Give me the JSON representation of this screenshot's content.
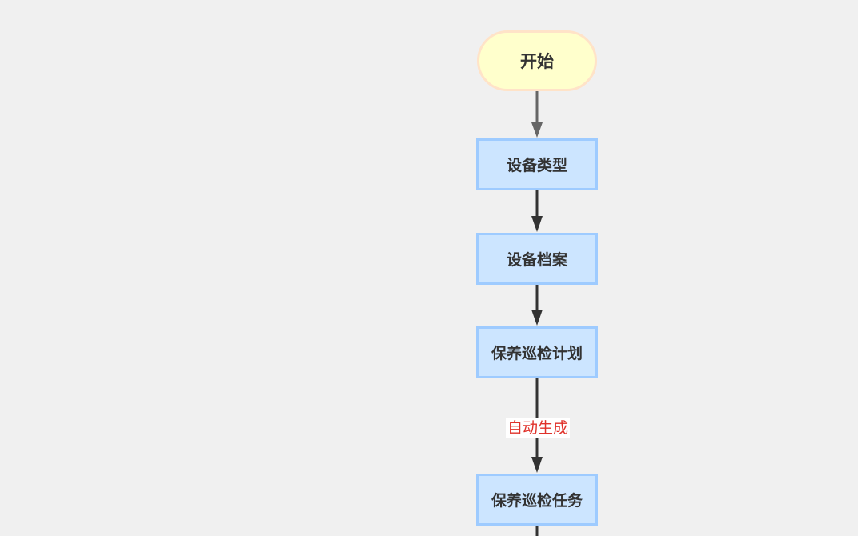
{
  "flowchart": {
    "nodes": {
      "start": "开始",
      "device_type": "设备类型",
      "device_archive": "设备档案",
      "maintenance_plan": "保养巡检计划",
      "maintenance_task": "保养巡检任务"
    },
    "edges": {
      "plan_to_task_label": "自动生成"
    }
  },
  "colors": {
    "background": "#f0f0f0",
    "start_fill": "#ffffcc",
    "start_border": "#ffe3c8",
    "process_fill": "#cce5ff",
    "process_border": "#9ecbff",
    "arrow_first": "#666666",
    "arrow": "#333333",
    "edge_label_text": "#e0312a"
  }
}
